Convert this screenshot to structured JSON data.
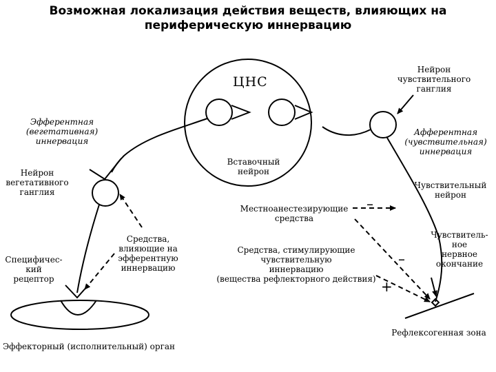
{
  "title": "Возможная локализация действия веществ, влияющих на\nпериферическую иннервацию",
  "cns_label": "ЦНС",
  "labels": {
    "sensory_ganglion_neuron": "Нейрон\nчувствительного\nганглия",
    "efferent_innervation": "Эфферентная\n(вегетативная)\nиннервация",
    "afferent_innervation": "Афферентная\n(чувствительная)\nиннервация",
    "interneuron": "Вставочный\nнейрон",
    "autonomic_ganglion_neuron": "Нейрон\nвегетативного\nганглия",
    "sensory_neuron": "Чувствительный\nнейрон",
    "local_anesthetics": "Местноанестезирующие\nсредства",
    "efferent_drugs": "Средства,\nвлияющие на\nэфферентную\nиннервацию",
    "specific_receptor": "Специфичес-\nкий\nрецептор",
    "stimulating_drugs": "Средства, стимулирующие\nчувствительную\nиннервацию\n(вещества рефлекторного действия)",
    "sensory_ending": "Чувствитель-\nное\nнервное\nокончание",
    "reflexogenic_zone": "Рефлексогенная зона",
    "effector_organ": "Эффекторный (исполнительный) орган"
  },
  "signs": {
    "local_anesthetics": "–",
    "sensory_ending": "–",
    "stimulating": "+"
  },
  "colors": {
    "line": "#000000",
    "background": "#ffffff"
  }
}
